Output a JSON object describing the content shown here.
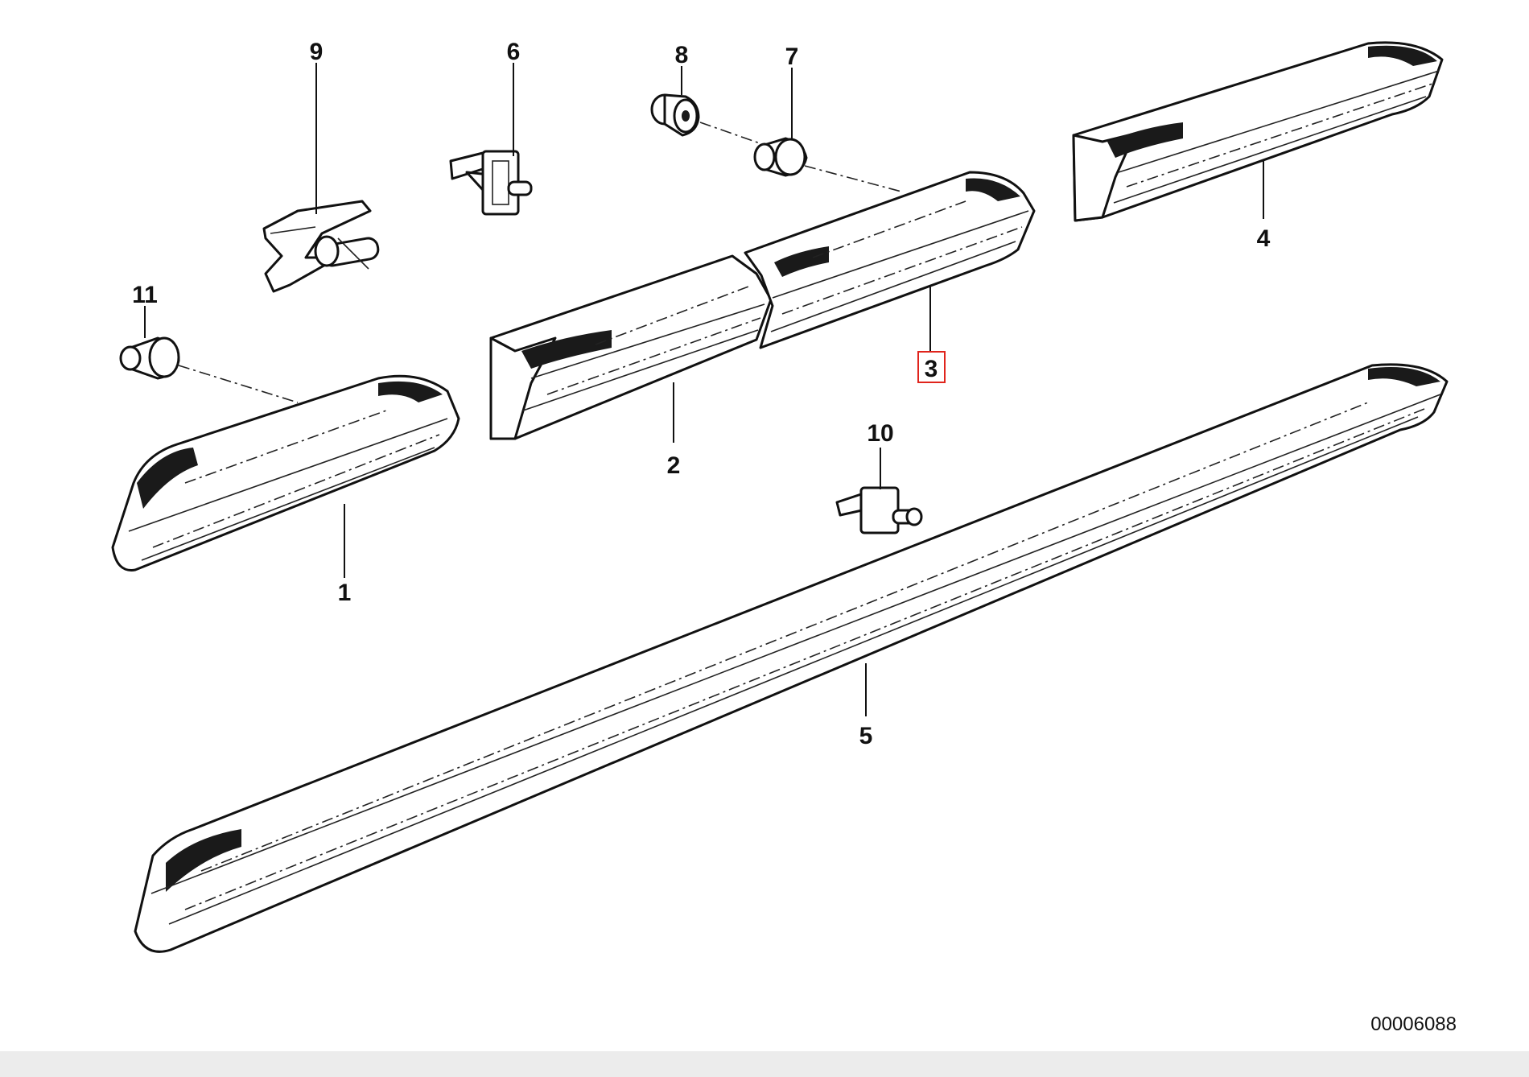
{
  "callouts": {
    "c1": "1",
    "c2": "2",
    "c3": "3",
    "c4": "4",
    "c5": "5",
    "c6": "6",
    "c7": "7",
    "c8": "8",
    "c9": "9",
    "c10": "10",
    "c11": "11"
  },
  "highlighted_callout": "3",
  "highlight_color": "#e0241c",
  "diagram_id": "00006088"
}
